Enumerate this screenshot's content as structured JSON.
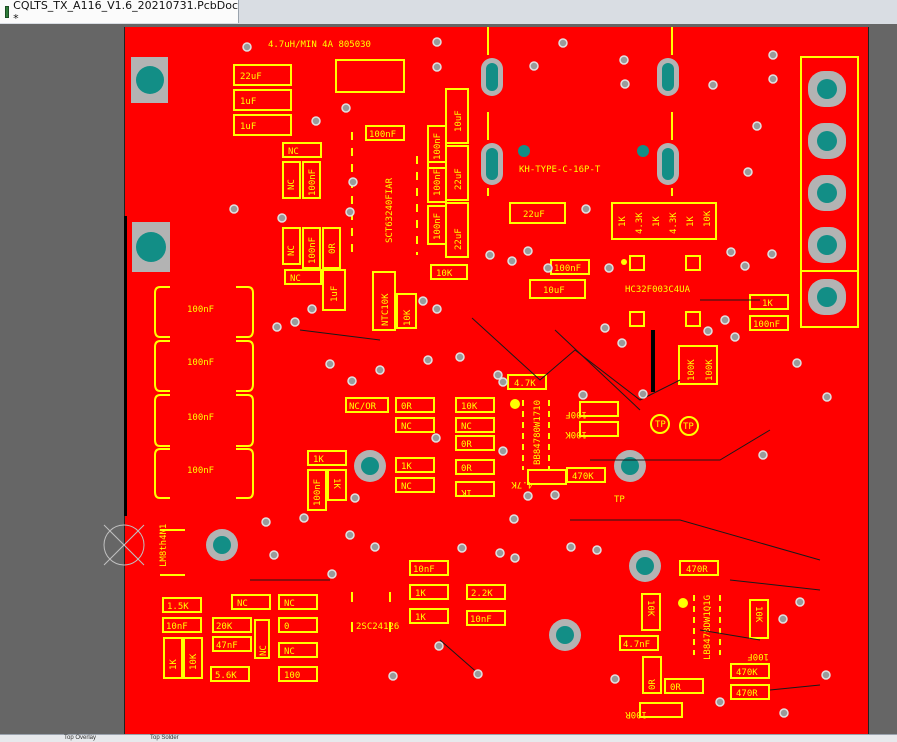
{
  "window": {
    "tab_title": "CQLTS_TX_A116_V1.6_20210731.PcbDoc *",
    "layer_tab_1": "Top Overlay",
    "layer_tab_2": "Top Solder"
  },
  "colors": {
    "board": "#ff0000",
    "silkscreen": "#ffff00",
    "background": "#666666",
    "pad_teal": "#128e86"
  },
  "board": {
    "header_text": "4.7uH/MIN 4A  805030",
    "connector_label": "KH-TYPE-C-16P-T",
    "ic_labels": {
      "mcu": "HC32F003C4UA",
      "driver": "SCT63240FIAR",
      "transistor": "2SC24126",
      "ic_b1": "BB84780W1710",
      "ic_b2": "LB8478DW1Q1G",
      "ldo": "LM8th4N1"
    },
    "components": {
      "c_22uF_a": "22uF",
      "c_1uF_a": "1uF",
      "c_1uF_b": "1uF",
      "c_100nF_top": "100nF",
      "nc_a": "NC",
      "nc_b": "NC",
      "c_100nF_v1": "100nF",
      "c_10uF_v": "10uF",
      "c_100nF_v2": "100nF",
      "c_22uF_v1": "22uF",
      "c_100nF_v3": "100nF",
      "c_22uF_v2": "22uF",
      "c_100nF_v4": "100nF",
      "r_0R_a": "0R",
      "nc_c": "NC",
      "nc_d": "NC",
      "c_100nF_v5": "100nF",
      "c_1uF_v": "1uF",
      "ntc": "NTC10K",
      "r_10K_v": "10K",
      "r_10K_h": "10K",
      "c_22uF_h": "22uF",
      "r_1K_1": "1K",
      "r_43K_1": "4.3K",
      "r_1K_2": "1K",
      "r_43K_2": "4.3K",
      "r_1K_3": "1K",
      "r_10K_2": "10K",
      "c_100nF_h": "100nF",
      "c_10uF_h": "10uF",
      "r_1K_right": "1K",
      "c_100nF_right": "100nF",
      "inductor_1": "100nF",
      "inductor_2": "100nF",
      "inductor_3": "100nF",
      "inductor_4": "100nF",
      "r_47K_a": "4.7K",
      "nc_or": "NC/OR",
      "r_0R_b": "0R",
      "r_10K_c": "10K",
      "nc_e": "NC",
      "nc_f": "NC",
      "r_0R_c": "0R",
      "r_0R_d": "0R",
      "r_1K_4": "1K",
      "r_100F": "100F",
      "r_100K_a": "100K",
      "r_100K_v1": "100K",
      "r_100K_v2": "100K",
      "tp_1": "TP",
      "tp_2": "TP",
      "tp_3": "TP",
      "r_1K_5": "1K",
      "r_1K_6": "1K",
      "nc_g": "NC",
      "c_100nF_v6": "100nF",
      "r_1K_v": "1K",
      "r_47K_b": "4.7K",
      "r_470K_a": "470K",
      "c_10nF_a": "10nF",
      "r_1K_7": "1K",
      "r_22K": "2.2K",
      "r_1K_8": "1K",
      "c_10nF_b": "10nF",
      "r_15K": "1.5K",
      "nc_h": "NC",
      "nc_i": "NC",
      "c_10nF_c": "10nF",
      "r_20K": "20K",
      "r_0": "0",
      "c_47nF": "47nF",
      "nc_j": "NC",
      "r_1K_9": "1K",
      "r_10K_d": "10K",
      "nc_k": "NC",
      "r_56K": "5.6K",
      "r_100": "100",
      "r_470R_a": "470R",
      "r_10K_e": "10K",
      "c_47nF_b": "4.7nF",
      "r_10K_f": "10K",
      "r_100F_b": "100F",
      "r_0R_e": "0R",
      "r_0R_f": "0R",
      "r_470K_b": "470K",
      "r_470R_b": "470R",
      "r_100R": "100R"
    }
  }
}
